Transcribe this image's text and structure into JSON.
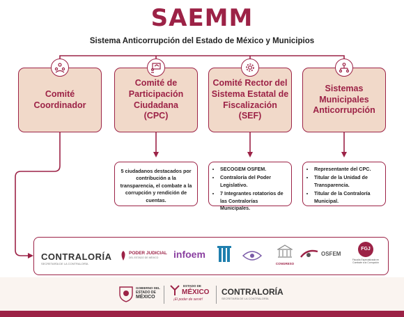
{
  "title": "SAEMM",
  "subtitle": "Sistema Anticorrupción del Estado de México y Municipios",
  "boxes": [
    {
      "label": "Comité\nCoordinador",
      "icon": "people-network-icon"
    },
    {
      "label": "Comité de\nParticipación\nCiudadana\n(CPC)",
      "icon": "presentation-board-icon"
    },
    {
      "label": "Comité Rector del\nSistema Estatal de\nFiscalización\n(SEF)",
      "icon": "gear-icon"
    },
    {
      "label": "Sistemas\nMunicipales\nAnticorrupción",
      "icon": "people-hierarchy-icon"
    }
  ],
  "details": {
    "cpc": "5 ciudadanos destacados por contribución a la transparencia, el combate a la corrupción y rendición de cuentas.",
    "sef": [
      "SECOGEM OSFEM.",
      "Contraloría del Poder Legislativo.",
      "7 Integrantes rotatorios de las Contralorías Municipales."
    ],
    "municipal": [
      "Representante del CPC.",
      "Titular de la Unidad de Transparencia.",
      "Titular de la Contraloría Municipal."
    ]
  },
  "logos": {
    "contraloria": "CONTRALORÍA",
    "contraloria_sub": "SECRETARÍA DE LA CONTRALORÍA",
    "poder_judicial": "PODER JUDICIAL",
    "poder_judicial_sub": "DEL ESTADO DE MÉXICO",
    "infoem": "infoem",
    "congreso": "CONGRESO",
    "osfem": "OSFEM",
    "fgj": "FGJ",
    "fgj_sub": "Fiscalía Especializada en Combate a la Corrupción"
  },
  "footer": {
    "gobierno": "GOBIERNO DEL",
    "estado": "ESTADO DE",
    "mexico": "MÉXICO",
    "edo_top": "ESTADO DE",
    "edo_mexico": "MÉXICO",
    "slogan": "¡El poder de servir!",
    "contraloria": "CONTRALORÍA",
    "contraloria_sub": "SECRETARÍA DE LA CONTRALORÍA"
  },
  "colors": {
    "primary": "#9c2246",
    "box_fill": "#f1d9c9",
    "gold": "#bc955c"
  }
}
